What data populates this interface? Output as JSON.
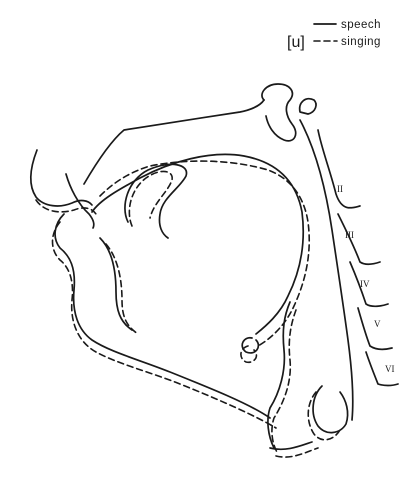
{
  "phoneme": "[u]",
  "legend": {
    "speech": {
      "label": "speech",
      "style": "solid"
    },
    "singing": {
      "label": "singing",
      "style": "dashed"
    }
  },
  "vertebra_labels": [
    "II",
    "III",
    "IV",
    "V",
    "VI"
  ],
  "colors": {
    "ink": "#1a1a1a",
    "background": "#ffffff"
  }
}
